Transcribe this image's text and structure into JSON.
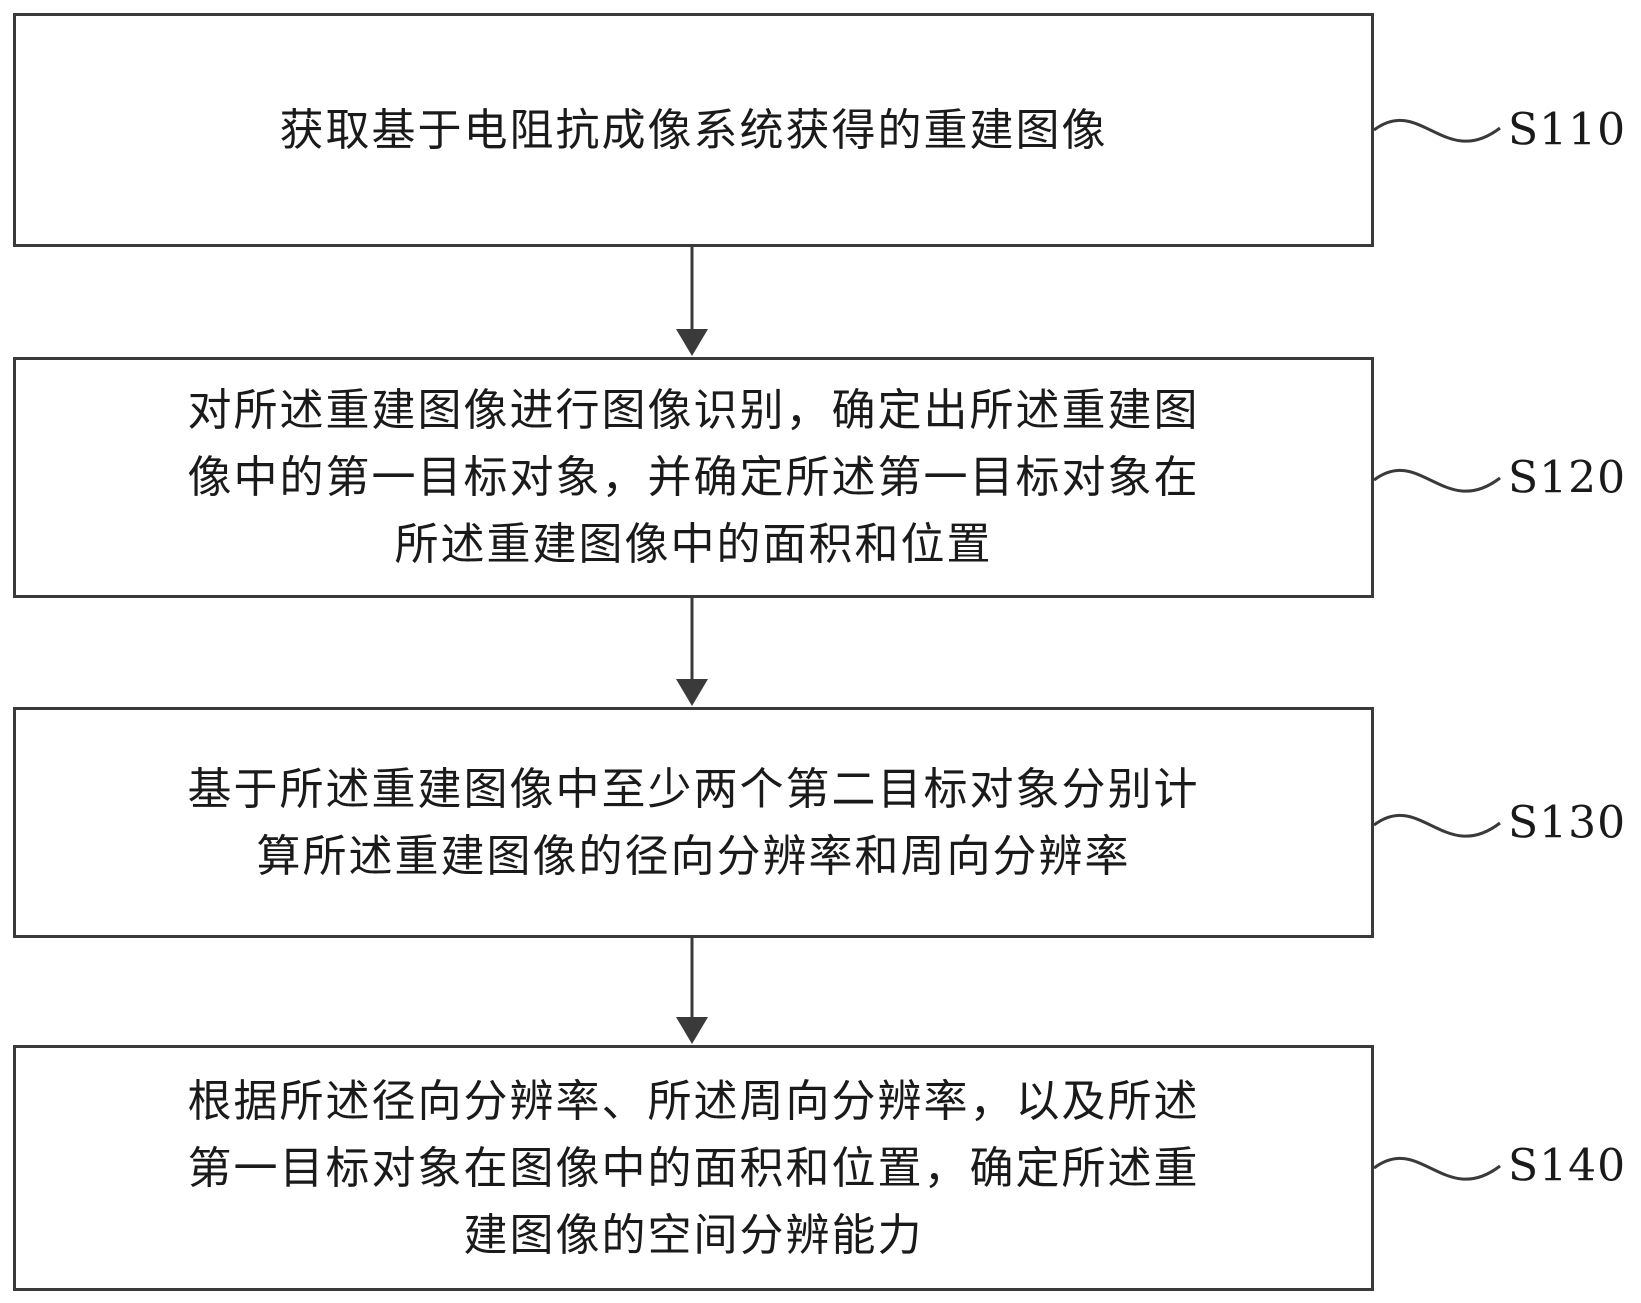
{
  "steps": [
    {
      "id": "S110",
      "text": "获取基于电阻抗成像系统获得的重建图像"
    },
    {
      "id": "S120",
      "text": "对所述重建图像进行图像识别，确定出所述重建图\n像中的第一目标对象，并确定所述第一目标对象在\n所述重建图像中的面积和位置"
    },
    {
      "id": "S130",
      "text": "基于所述重建图像中至少两个第二目标对象分别计\n算所述重建图像的径向分辨率和周向分辨率"
    },
    {
      "id": "S140",
      "text": "根据所述径向分辨率、所述周向分辨率，以及所述\n第一目标对象在图像中的面积和位置，确定所述重\n建图像的空间分辨能力"
    }
  ]
}
